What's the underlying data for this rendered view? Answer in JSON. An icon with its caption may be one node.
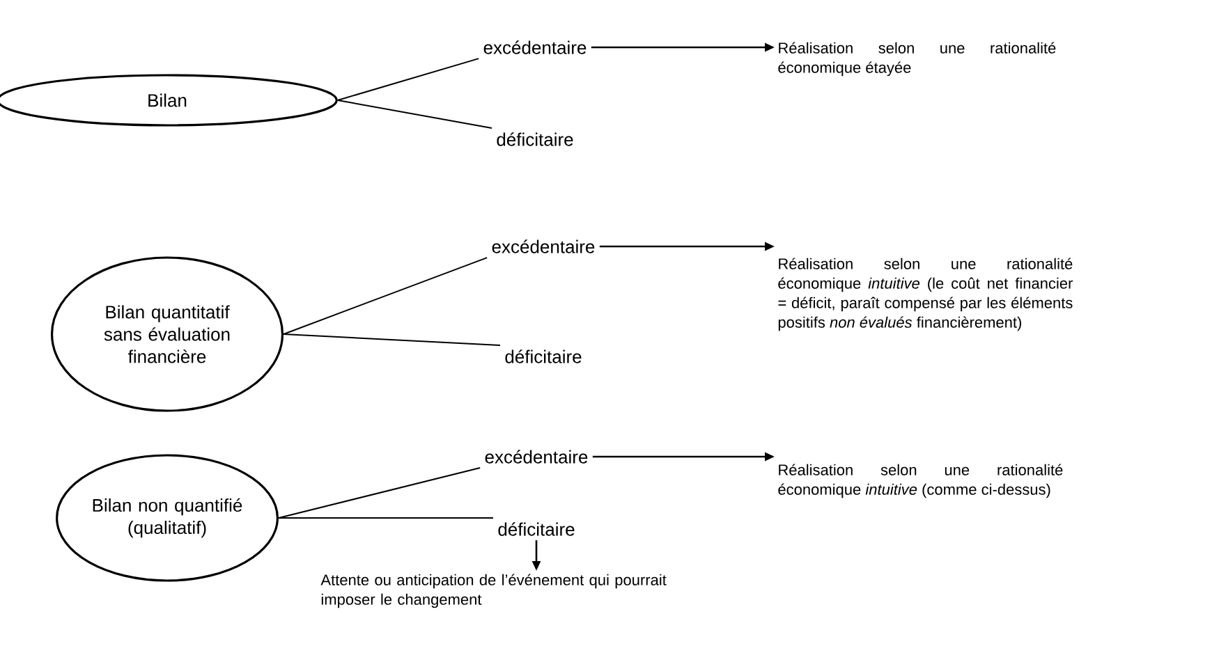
{
  "diagram": {
    "nodes": [
      {
        "text": [
          "Bilan"
        ]
      },
      {
        "text": [
          "excédentaire"
        ]
      },
      {
        "text": [
          "déficitaire"
        ]
      },
      {
        "text": [
          "Réalisation selon une rationalité économique étayée"
        ]
      },
      {
        "text": [
          "Bilan quantitatif sans évaluation financière"
        ]
      },
      {
        "text": [
          "excédentaire"
        ]
      },
      {
        "text": [
          "déficitaire"
        ]
      },
      {
        "text": [
          "Réalisation selon une rationalité économique *intuitive* (le coût net financier = déficit, paraît compensé par les éléments positifs *non évalués* financièrement)"
        ]
      },
      {
        "text": [
          "Bilan non quantifié (qualitatif)"
        ]
      },
      {
        "text": [
          "excédentaire"
        ]
      },
      {
        "text": [
          "déficitaire"
        ]
      },
      {
        "text": [
          "Réalisation selon une rationalité économique *intuitive* (comme ci-dessus)"
        ]
      },
      {
        "text": [
          "Attente ou anticipation de l’événement qui pourrait imposer le changement"
        ]
      }
    ],
    "edges": [
      {
        "from": 0,
        "to": 1,
        "arrow": "none"
      },
      {
        "from": 0,
        "to": 2,
        "arrow": "none"
      },
      {
        "from": 1,
        "to": 3,
        "arrow": "to"
      },
      {
        "from": 4,
        "to": 5,
        "arrow": "none"
      },
      {
        "from": 4,
        "to": 6,
        "arrow": "none"
      },
      {
        "from": 5,
        "to": 7,
        "arrow": "to"
      },
      {
        "from": 8,
        "to": 9,
        "arrow": "none"
      },
      {
        "from": 8,
        "to": 10,
        "arrow": "none"
      },
      {
        "from": 9,
        "to": 11,
        "arrow": "to"
      },
      {
        "from": 10,
        "to": 12,
        "arrow": "to"
      }
    ]
  }
}
